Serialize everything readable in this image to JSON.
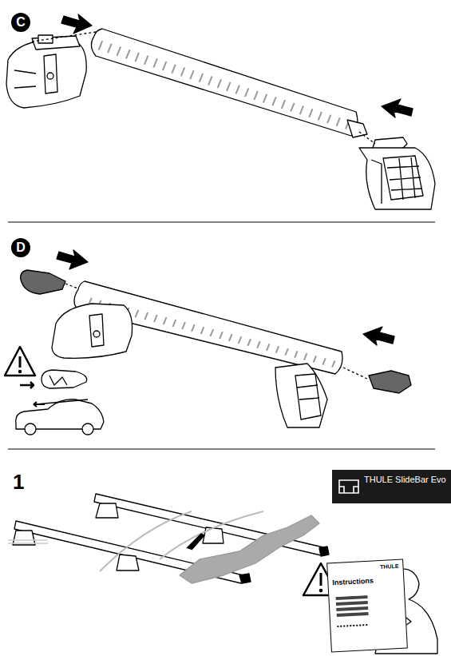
{
  "diagram": {
    "nodes": [
      {
        "text": [
          "C"
        ]
      },
      {
        "text": [
          "D"
        ]
      },
      {
        "text": [
          "THULE SlideBar Evo"
        ]
      },
      {
        "text": [
          "THULE",
          "Instructions"
        ]
      }
    ],
    "labels": [
      "1"
    ]
  }
}
